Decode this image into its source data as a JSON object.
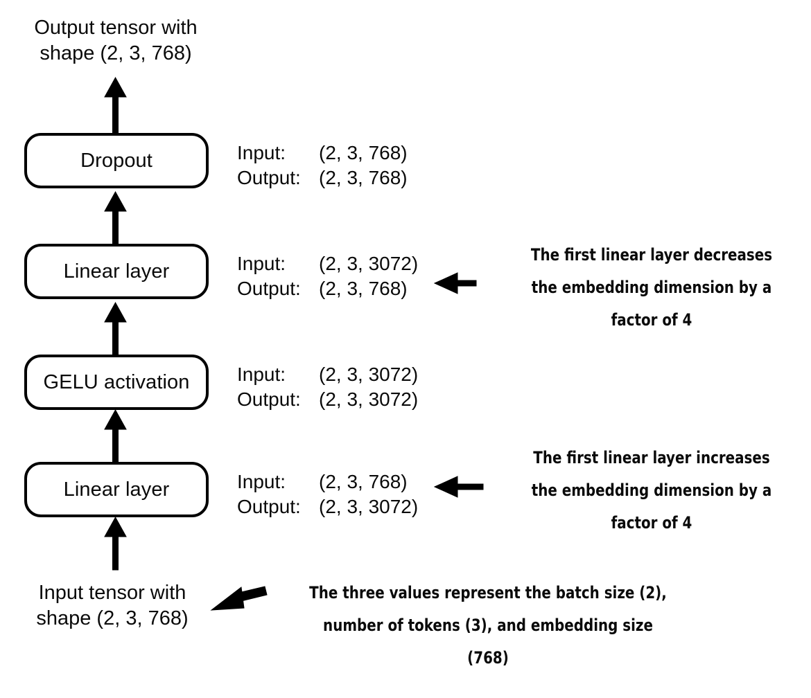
{
  "diagram": {
    "title_caption": "Output tensor with\nshape (2, 3, 768)",
    "bottom_caption": "Input tensor with\nshape (2, 3, 768)",
    "labels": {
      "input_key": "Input:",
      "output_key": "Output:"
    },
    "blocks": [
      {
        "name": "dropout",
        "label": "Dropout",
        "input_shape": "(2, 3, 768)",
        "output_shape": "(2, 3, 768)"
      },
      {
        "name": "linear-layer-2",
        "label": "Linear layer",
        "input_shape": "(2, 3, 3072)",
        "output_shape": "(2, 3, 768)"
      },
      {
        "name": "gelu-activation",
        "label": "GELU activation",
        "input_shape": "(2, 3, 3072)",
        "output_shape": "(2, 3, 3072)"
      },
      {
        "name": "linear-layer-1",
        "label": "Linear layer",
        "input_shape": "(2, 3, 768)",
        "output_shape": "(2, 3, 3072)"
      }
    ],
    "annotations": [
      {
        "name": "decrease-note",
        "lines": [
          "The first linear layer decreases",
          "the embedding dimension by a",
          "factor of 4"
        ]
      },
      {
        "name": "increase-note",
        "lines": [
          "The first linear layer increases",
          "the embedding dimension by a",
          "factor of 4"
        ]
      },
      {
        "name": "shape-meaning-note",
        "lines": [
          "The three values represent the batch size (2),",
          "number of tokens (3), and embedding size",
          "(768)"
        ]
      }
    ],
    "colors": {
      "stroke": "#000000",
      "background": "#ffffff",
      "text": "#0a0a0a"
    }
  }
}
